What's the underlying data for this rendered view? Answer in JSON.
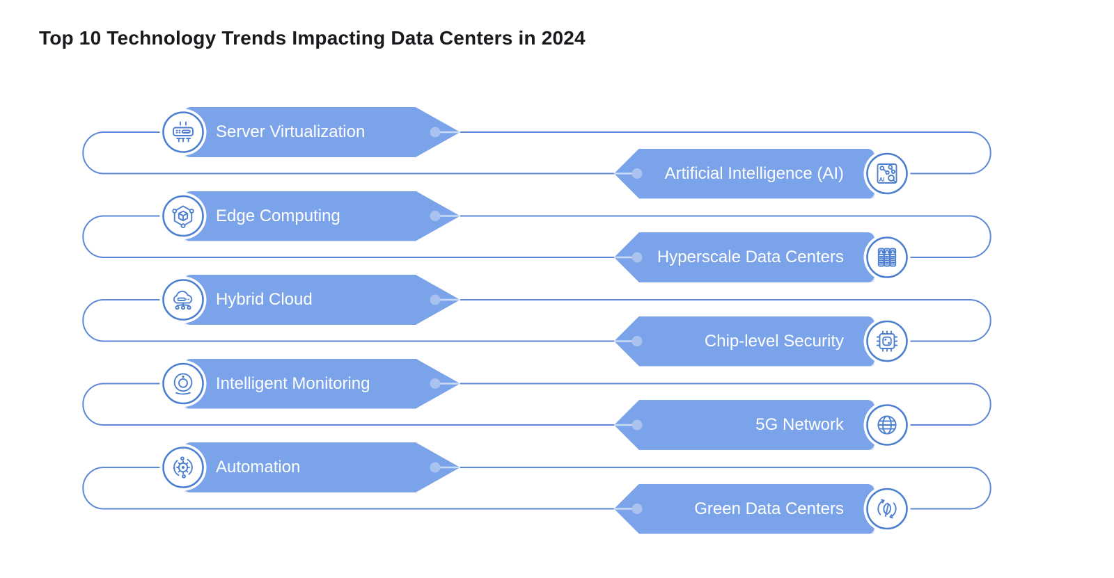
{
  "title": "Top 10 Technology Trends Impacting Data Centers in 2024",
  "colors": {
    "banner": "#7ba3e9",
    "line": "#5b87d6",
    "ring": "#4c7fd0",
    "icon_stroke": "#4c7fd0",
    "dot": "#a9c2f0",
    "tip_line": "#cbdbf5",
    "label_text": "#ffffff",
    "title_text": "#17191c",
    "background": "#ffffff"
  },
  "pairs": [
    {
      "left": {
        "label": "Server Virtualization",
        "icon": "server-virtualization-icon"
      },
      "right": {
        "label": "Artificial Intelligence (AI)",
        "icon": "artificial-intelligence-icon"
      }
    },
    {
      "left": {
        "label": "Edge Computing",
        "icon": "edge-computing-icon"
      },
      "right": {
        "label": "Hyperscale Data Centers",
        "icon": "hyperscale-data-centers-icon"
      }
    },
    {
      "left": {
        "label": "Hybrid Cloud",
        "icon": "hybrid-cloud-icon"
      },
      "right": {
        "label": "Chip-level Security",
        "icon": "chip-level-security-icon"
      }
    },
    {
      "left": {
        "label": "Intelligent Monitoring",
        "icon": "intelligent-monitoring-icon"
      },
      "right": {
        "label": "5G Network",
        "icon": "5g-network-icon"
      }
    },
    {
      "left": {
        "label": "Automation",
        "icon": "automation-icon"
      },
      "right": {
        "label": "Green Data Centers",
        "icon": "green-data-centers-icon"
      }
    }
  ]
}
